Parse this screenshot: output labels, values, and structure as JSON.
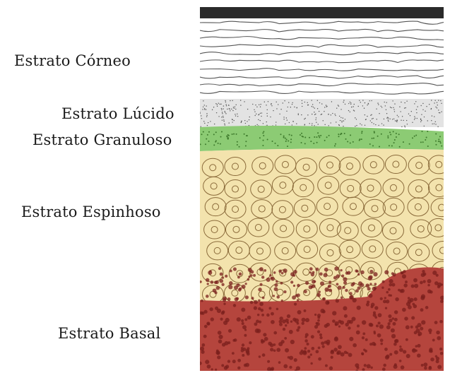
{
  "layers": [
    {
      "key": "corneo",
      "label": "Estrato Córneo",
      "color": "#ffffff"
    },
    {
      "key": "lucido",
      "label": "Estrato Lúcido",
      "color": "#dcdcdc"
    },
    {
      "key": "granuloso",
      "label": "Estrato Granuloso",
      "color": "#7fc46a"
    },
    {
      "key": "espinhoso",
      "label": "Estrato Espinhoso",
      "color": "#f3e2a8"
    },
    {
      "key": "basal",
      "label": "Estrato Basal",
      "color": "#b8423c"
    }
  ]
}
